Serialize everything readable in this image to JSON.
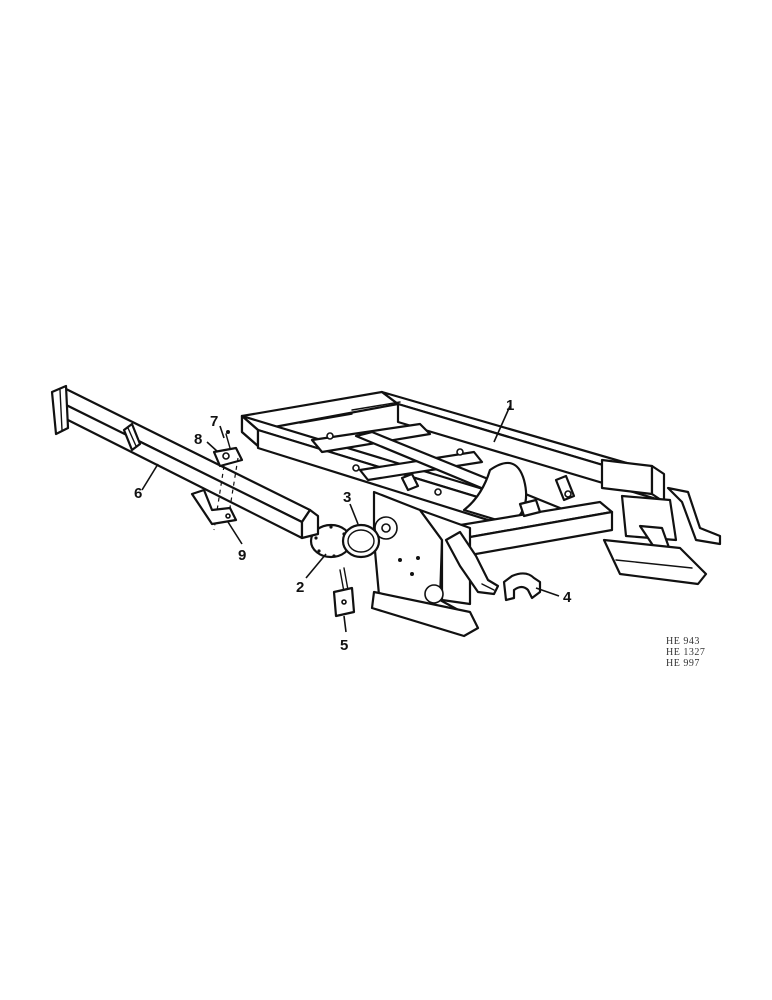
{
  "callouts": [
    {
      "id": "1",
      "text": "1"
    },
    {
      "id": "2",
      "text": "2"
    },
    {
      "id": "3",
      "text": "3"
    },
    {
      "id": "4",
      "text": "4"
    },
    {
      "id": "5",
      "text": "5"
    },
    {
      "id": "6",
      "text": "6"
    },
    {
      "id": "7",
      "text": "7"
    },
    {
      "id": "8",
      "text": "8"
    },
    {
      "id": "9",
      "text": "9"
    }
  ],
  "reference_codes": [
    "HE 943",
    "HE 1327",
    "HE 997"
  ]
}
